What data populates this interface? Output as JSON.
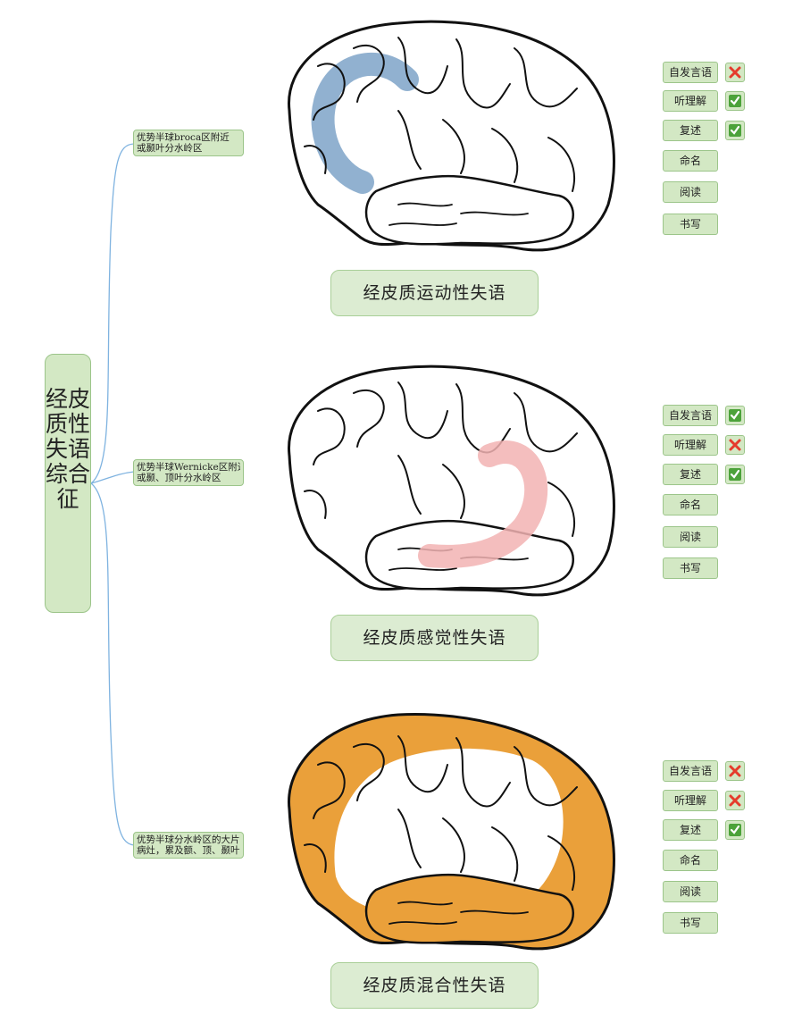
{
  "root": {
    "label": "经皮质性失语综合征"
  },
  "colors": {
    "node_fill": "#d3e8c4",
    "node_border": "#9cc58a",
    "connector": "#7fb3e0",
    "motor_highlight": "#7ea3c8",
    "sensory_highlight": "#f2b3b3",
    "mixed_highlight": "#eaa03a",
    "cross": "#e53b2c",
    "check": "#4ca23a"
  },
  "syndromes": [
    {
      "title": "经皮质运动性失语",
      "location_lines": [
        "优势半球broca区附近",
        "或颞叶分水岭区"
      ],
      "functions": [
        {
          "label": "自发言语",
          "status": "impaired"
        },
        {
          "label": "听理解",
          "status": "preserved"
        },
        {
          "label": "复述",
          "status": "preserved"
        },
        {
          "label": "命名",
          "status": ""
        },
        {
          "label": "阅读",
          "status": ""
        },
        {
          "label": "书写",
          "status": ""
        }
      ]
    },
    {
      "title": "经皮质感觉性失语",
      "location_lines": [
        "优势半球Wernicke区附近",
        "或颞、顶叶分水岭区"
      ],
      "functions": [
        {
          "label": "自发言语",
          "status": "preserved"
        },
        {
          "label": "听理解",
          "status": "impaired"
        },
        {
          "label": "复述",
          "status": "preserved"
        },
        {
          "label": "命名",
          "status": ""
        },
        {
          "label": "阅读",
          "status": ""
        },
        {
          "label": "书写",
          "status": ""
        }
      ]
    },
    {
      "title": "经皮质混合性失语",
      "location_lines": [
        "优势半球分水岭区的大片",
        "病灶，累及额、顶、颞叶"
      ],
      "functions": [
        {
          "label": "自发言语",
          "status": "impaired"
        },
        {
          "label": "听理解",
          "status": "impaired"
        },
        {
          "label": "复述",
          "status": "preserved"
        },
        {
          "label": "命名",
          "status": ""
        },
        {
          "label": "阅读",
          "status": ""
        },
        {
          "label": "书写",
          "status": ""
        }
      ]
    }
  ]
}
